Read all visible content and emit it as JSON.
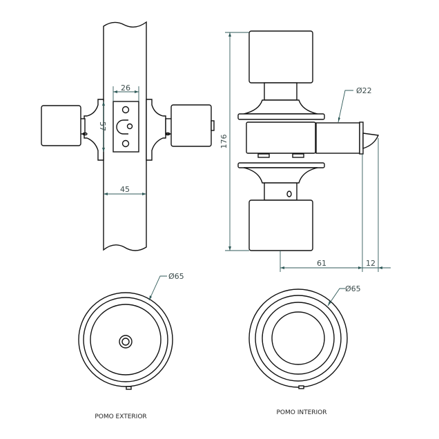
{
  "dimensions": {
    "strike_width": "26",
    "strike_height": "57",
    "door_thickness": "45",
    "total_length": "176",
    "latch_diameter": "Ø22",
    "backset": "61",
    "bolt_projection": "12",
    "exterior_diameter": "Ø65",
    "interior_diameter": "Ø65"
  },
  "labels": {
    "exterior": "POMO EXTERIOR",
    "interior": "POMO INTERIOR"
  },
  "colors": {
    "line": "#111111",
    "dimension": "#2f5a58"
  }
}
